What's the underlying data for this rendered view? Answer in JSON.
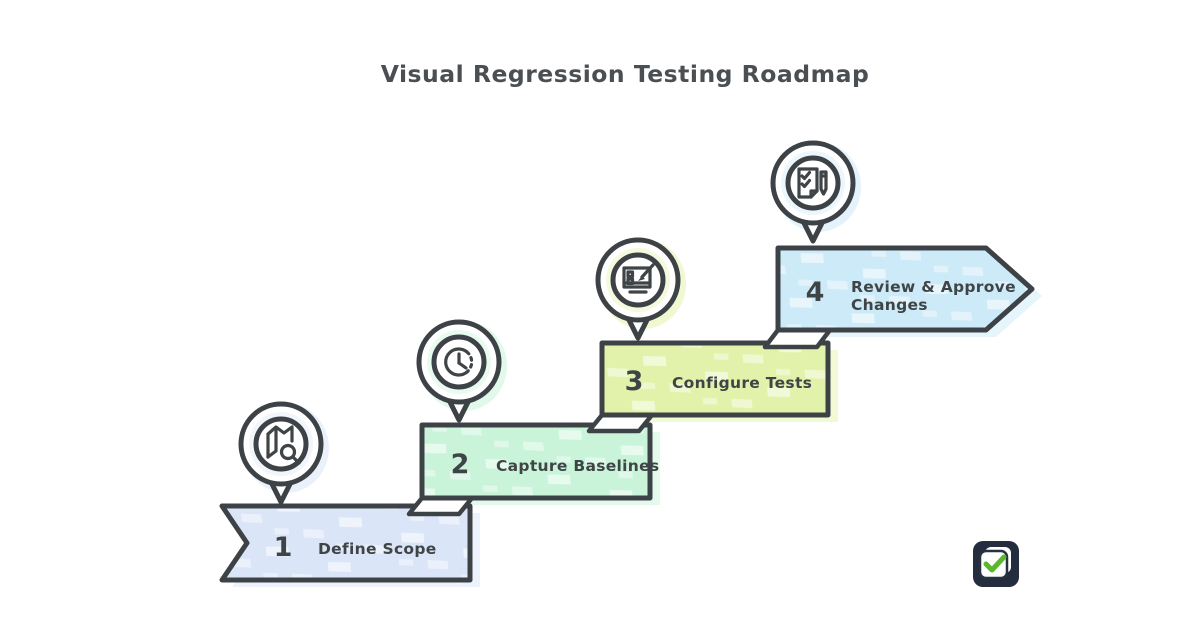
{
  "title": "Visual Regression Testing Roadmap",
  "colors": {
    "outline": "#3d4247",
    "text": "#3f4447",
    "title": "#4a4f53",
    "background": "#ffffff",
    "logo_bg": "#232d3d",
    "logo_check": "#5cb82b"
  },
  "steps": [
    {
      "number": "1",
      "label": "Define Scope",
      "color": "#dbe5f8",
      "icon": "map-search-icon"
    },
    {
      "number": "2",
      "label": "Capture Baselines",
      "color": "#c9f4da",
      "icon": "clock-icon"
    },
    {
      "number": "3",
      "label": "Configure Tests",
      "color": "#e3f2ab",
      "icon": "monitor-edit-icon"
    },
    {
      "number": "4",
      "label": "Review & Approve Changes",
      "label_line1": "Review & Approve",
      "label_line2": "Changes",
      "color": "#cdeaf8",
      "icon": "checklist-pen-icon"
    }
  ],
  "logo": {
    "name": "screenshot-check-logo"
  }
}
